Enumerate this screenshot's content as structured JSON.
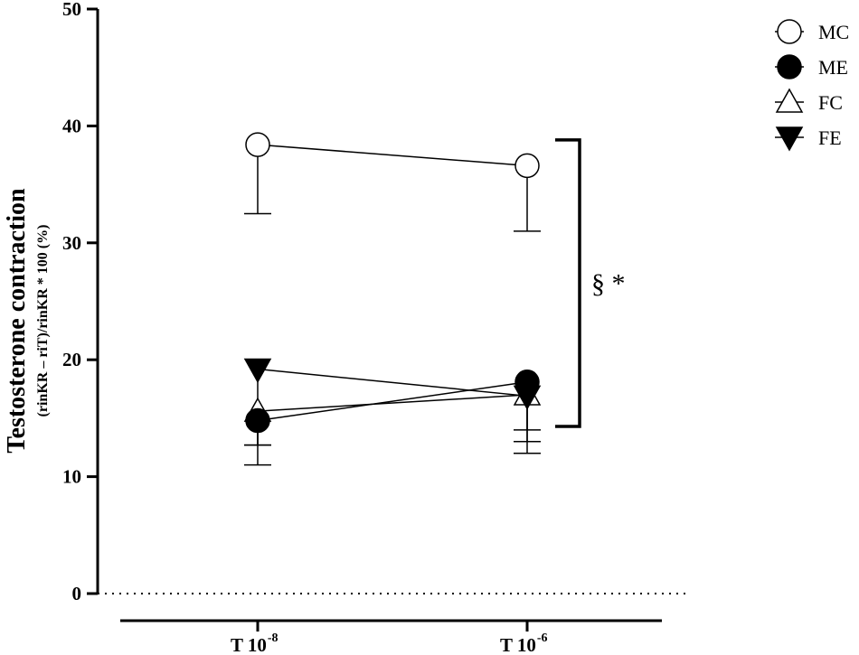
{
  "chart_data": {
    "type": "line",
    "ylabel": "Testosterone contraction",
    "ylabel_sub": "(rinKR – riT)/rinKR * 100 (%)",
    "ylim": [
      0,
      50
    ],
    "yticks": [
      "0",
      "10",
      "20",
      "30",
      "40",
      "50"
    ],
    "categories": [
      {
        "base": "T 10",
        "exp": "-8"
      },
      {
        "base": "T 10",
        "exp": "-6"
      }
    ],
    "series": [
      {
        "name": "MC",
        "marker": "circle-open",
        "values": [
          38.4,
          36.6
        ],
        "err_low": [
          32.5,
          31.0
        ]
      },
      {
        "name": "ME",
        "marker": "circle-filled",
        "values": [
          14.8,
          18.1
        ],
        "err_low": [
          11.0,
          12.0
        ]
      },
      {
        "name": "FC",
        "marker": "triangle-up-open",
        "values": [
          15.6,
          17.0
        ],
        "err_low": [
          12.7,
          13.0
        ]
      },
      {
        "name": "FE",
        "marker": "triangle-down-filled",
        "values": [
          19.2,
          16.9
        ],
        "err_low": [
          12.7,
          14.0
        ]
      }
    ],
    "reference_line": {
      "y": 0,
      "style": "dotted"
    },
    "significance": {
      "label": "§ *",
      "range": [
        14.3,
        38.8
      ]
    },
    "legend_position": "top-right",
    "grid": false
  }
}
